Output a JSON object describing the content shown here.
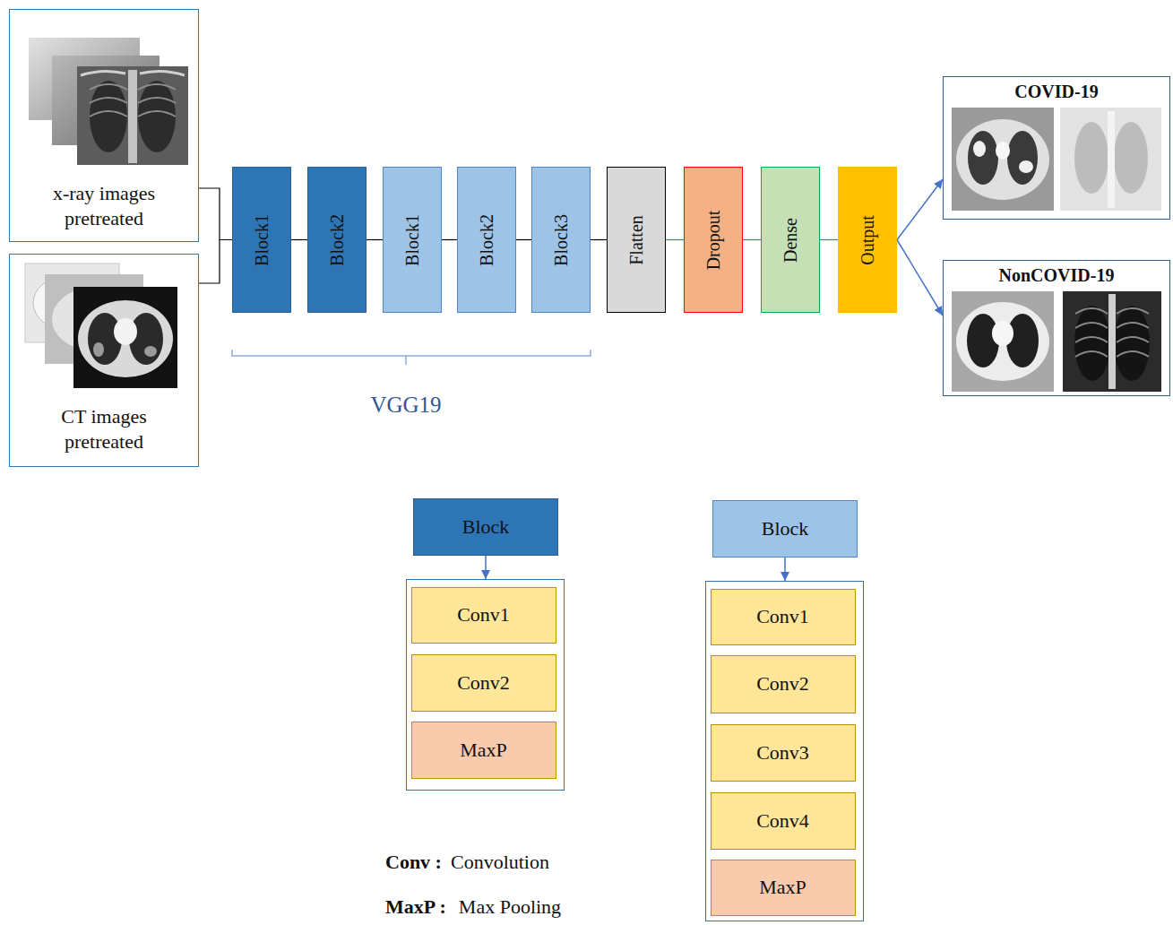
{
  "diagram": {
    "nodes": [
      {
        "text": [
          "x-ray images pretreated"
        ]
      },
      {
        "text": [
          "CT images pretreated"
        ]
      },
      {
        "text": [
          "Block1"
        ]
      },
      {
        "text": [
          "Block2"
        ]
      },
      {
        "text": [
          "Block1"
        ]
      },
      {
        "text": [
          "Block2"
        ]
      },
      {
        "text": [
          "Block3"
        ]
      },
      {
        "text": [
          "Flatten"
        ]
      },
      {
        "text": [
          "Dropout"
        ]
      },
      {
        "text": [
          "Dense"
        ]
      },
      {
        "text": [
          "Output"
        ]
      },
      {
        "text": [
          "COVID-19"
        ]
      },
      {
        "text": [
          "NonCOVID-19"
        ]
      },
      {
        "text": [
          "Block"
        ]
      },
      {
        "text": []
      },
      {
        "text": [
          "Conv1"
        ],
        "in": 14
      },
      {
        "text": [
          "Conv2"
        ],
        "in": 14
      },
      {
        "text": [
          "MaxP"
        ],
        "in": 14
      },
      {
        "text": [
          "Block"
        ]
      },
      {
        "text": []
      },
      {
        "text": [
          "Conv1"
        ],
        "in": 19
      },
      {
        "text": [
          "Conv2"
        ],
        "in": 19
      },
      {
        "text": [
          "Conv3"
        ],
        "in": 19
      },
      {
        "text": [
          "Conv4"
        ],
        "in": 19
      },
      {
        "text": [
          "MaxP"
        ],
        "in": 19
      }
    ],
    "edges": [
      {
        "from": 0,
        "to": 2,
        "arrow": "none"
      },
      {
        "from": 1,
        "to": 2,
        "arrow": "none"
      },
      {
        "from": 2,
        "to": 3,
        "arrow": "none"
      },
      {
        "from": 3,
        "to": 4,
        "arrow": "none"
      },
      {
        "from": 4,
        "to": 5,
        "arrow": "none"
      },
      {
        "from": 5,
        "to": 6,
        "arrow": "none"
      },
      {
        "from": 6,
        "to": 7,
        "arrow": "none"
      },
      {
        "from": 7,
        "to": 8,
        "arrow": "none"
      },
      {
        "from": 8,
        "to": 9,
        "arrow": "none"
      },
      {
        "from": 9,
        "to": 10,
        "arrow": "none"
      },
      {
        "from": 10,
        "to": 11,
        "arrow": "to"
      },
      {
        "from": 10,
        "to": 12,
        "arrow": "to"
      },
      {
        "from": 13,
        "to": 14,
        "arrow": "to"
      },
      {
        "from": 18,
        "to": 19,
        "arrow": "to"
      }
    ],
    "labels": [
      "VGG19",
      "Conv :",
      "Convolution",
      "MaxP :",
      "Max Pooling"
    ]
  }
}
